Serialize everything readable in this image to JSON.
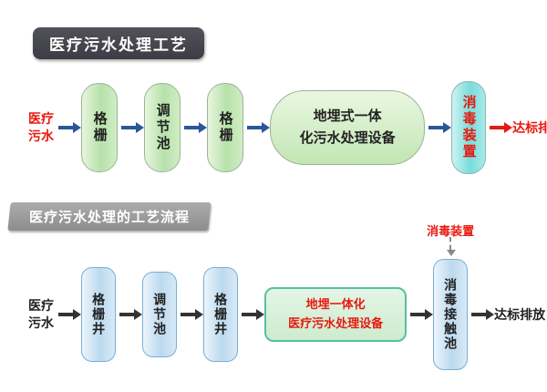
{
  "top_diagram": {
    "title": "医疗污水处理工艺",
    "source_label": "医疗污水",
    "stages": [
      {
        "label": "格栅"
      },
      {
        "label": "调节池"
      },
      {
        "label": "格栅"
      }
    ],
    "main_unit_lines": [
      "地埋式一体",
      "化污水处理设备"
    ],
    "disinfection_label": "消毒装置",
    "output_label": "达标排放"
  },
  "bottom_diagram": {
    "title": "医疗污水处理的工艺流程",
    "annotation_label": "消毒装置",
    "source_label": "医疗污水",
    "stages": [
      {
        "label": "格栅井"
      },
      {
        "label": "调节池"
      },
      {
        "label": "格栅井"
      }
    ],
    "main_unit_lines": [
      "地埋一体化",
      "医疗污水处理设备"
    ],
    "contact_tank_label": "消毒接触池",
    "output_label": "达标排放"
  },
  "colors": {
    "top_arrow_blue": "#2b579a",
    "bottom_arrow_black": "#333333",
    "accent_red": "#e8190f",
    "green_node_fill": "#c6e8ba",
    "cyan_node_fill": "#8fe0df",
    "blue_node_fill": "#cfe4f5",
    "bottom_box_border_teal": "#57c0a2",
    "title_banner_dark": "#43434b",
    "bottom_banner_gray": "#9a9a9a"
  }
}
